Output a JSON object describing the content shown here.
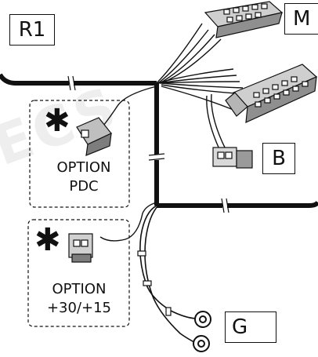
{
  "labels": {
    "r1": "R1",
    "m": "M",
    "b": "B",
    "g": "G"
  },
  "options": {
    "pdc": [
      "OPTION",
      "PDC"
    ],
    "power": [
      "OPTION",
      "+30/+15"
    ]
  },
  "markers": {
    "optional": "✱"
  },
  "icons": [
    "ground-symbol-icon",
    "connector-icon",
    "ring-terminal-icon"
  ]
}
